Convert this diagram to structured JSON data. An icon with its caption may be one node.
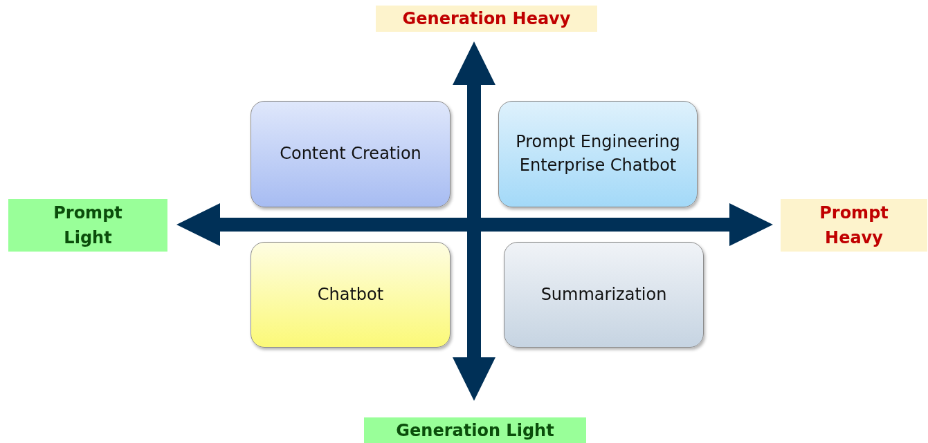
{
  "diagram": {
    "nodes": [
      {
        "text": [
          "Generation Heavy"
        ]
      },
      {
        "text": [
          "Content Creation"
        ]
      },
      {
        "text": [
          "Prompt Engineering Enterprise Chatbot"
        ]
      },
      {
        "text": [
          "Prompt Light"
        ]
      },
      {
        "text": [
          "Prompt Heavy"
        ]
      },
      {
        "text": [
          "Chatbot"
        ]
      },
      {
        "text": [
          "Summarization"
        ]
      },
      {
        "text": [
          "Generation Light"
        ]
      }
    ],
    "edges": [
      {
        "from": 0,
        "to": 7,
        "arrow": "both"
      },
      {
        "from": 3,
        "to": 4,
        "arrow": "both"
      }
    ]
  }
}
